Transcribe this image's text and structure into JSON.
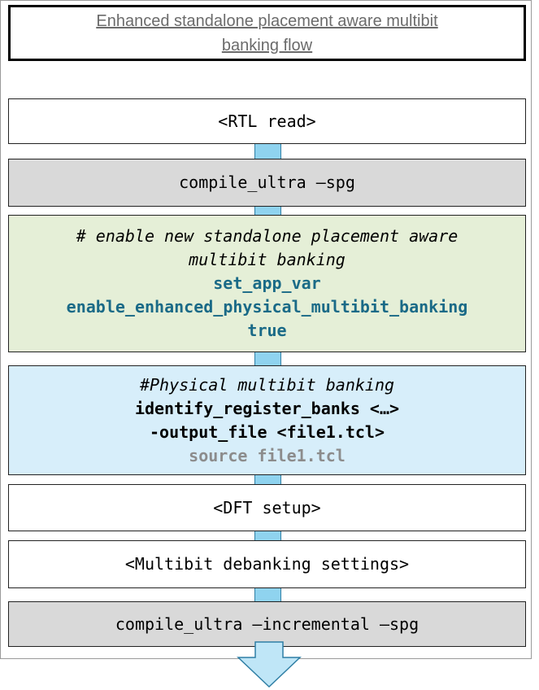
{
  "title": {
    "line1": "Enhanced standalone placement aware multibit",
    "line2": "banking flow"
  },
  "steps": {
    "rtl_read": "<RTL read>",
    "compile_spg": "compile_ultra –spg",
    "enable_block": {
      "comment_line1": "# enable new standalone placement aware",
      "comment_line2": "multibit banking",
      "cmd_line1": "set_app_var",
      "cmd_line2": "enable_enhanced_physical_multibit_banking",
      "cmd_line3": "true"
    },
    "banking_block": {
      "comment": "#Physical multibit banking",
      "cmd_line1": "identify_register_banks <…>",
      "cmd_line2": "-output_file <file1.tcl>",
      "cmd_line3": "source file1.tcl"
    },
    "dft_setup": "<DFT setup>",
    "debanking": "<Multibit debanking settings>",
    "compile_incremental": "compile_ultra –incremental –spg"
  },
  "colors": {
    "gray_box": "#d9d9d9",
    "green_box": "#e5efd7",
    "blue_box": "#d7eefa",
    "teal_text": "#1a6a87",
    "connector": "#8fd3ef"
  }
}
